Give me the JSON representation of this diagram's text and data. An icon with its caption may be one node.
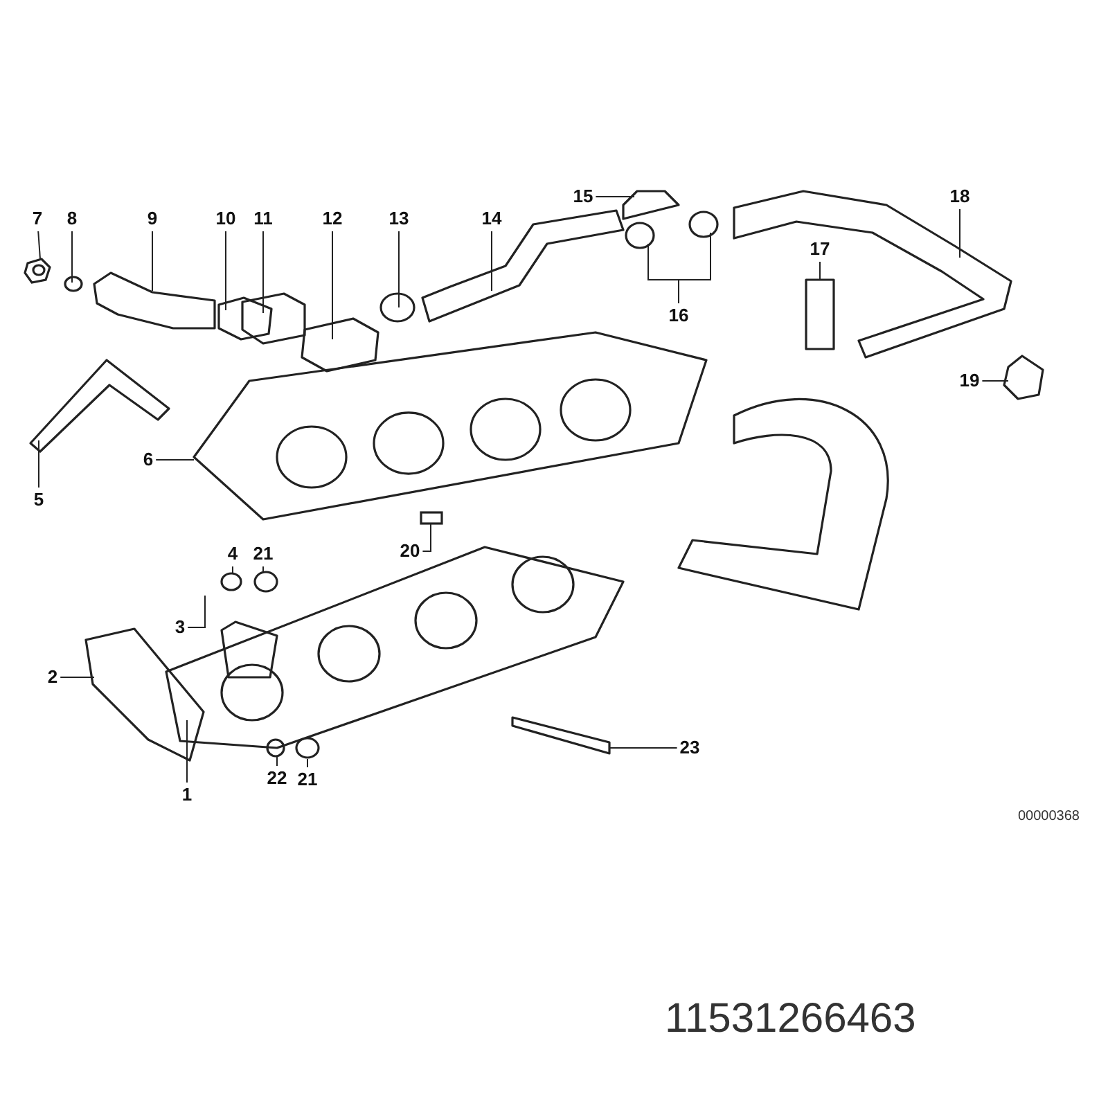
{
  "diagram": {
    "nodes": [
      {
        "text": [
          "7"
        ]
      },
      {
        "text": [
          "8"
        ]
      },
      {
        "text": [
          "9"
        ]
      },
      {
        "text": [
          "10"
        ]
      },
      {
        "text": [
          "11"
        ]
      },
      {
        "text": [
          "12"
        ]
      },
      {
        "text": [
          "13"
        ]
      },
      {
        "text": [
          "14"
        ]
      },
      {
        "text": [
          "15"
        ]
      },
      {
        "text": [
          "18"
        ]
      },
      {
        "text": [
          "17"
        ]
      },
      {
        "text": [
          "16"
        ]
      },
      {
        "text": [
          "19"
        ]
      },
      {
        "text": [
          "6"
        ]
      },
      {
        "text": [
          "5"
        ]
      },
      {
        "text": [
          "4"
        ]
      },
      {
        "text": [
          "21"
        ]
      },
      {
        "text": [
          "20"
        ]
      },
      {
        "text": [
          "3"
        ]
      },
      {
        "text": [
          "2"
        ]
      },
      {
        "text": [
          "1"
        ]
      },
      {
        "text": [
          "22"
        ]
      },
      {
        "text": [
          "21"
        ]
      },
      {
        "text": [
          "23"
        ]
      },
      {
        "text": [],
        "shape": "picture"
      },
      {
        "text": [],
        "shape": "box"
      }
    ],
    "edges": [
      {
        "from": 0,
        "to": 24,
        "arrow": "none"
      },
      {
        "from": 1,
        "to": null,
        "arrow": "none"
      },
      {
        "from": 2,
        "to": null,
        "arrow": "none"
      },
      {
        "from": 3,
        "to": null,
        "arrow": "none"
      },
      {
        "from": 4,
        "to": null,
        "arrow": "none"
      },
      {
        "from": 5,
        "to": null,
        "arrow": "none"
      },
      {
        "from": 6,
        "to": null,
        "arrow": "none"
      },
      {
        "from": 7,
        "to": null,
        "arrow": "none"
      },
      {
        "from": 8,
        "to": null,
        "arrow": "none"
      },
      {
        "from": 9,
        "to": null,
        "arrow": "none"
      },
      {
        "from": 10,
        "to": null,
        "arrow": "none"
      },
      {
        "from": 11,
        "to": null,
        "arrow": "none"
      },
      {
        "from": 11,
        "to": null,
        "arrow": "none"
      },
      {
        "from": 12,
        "to": null,
        "arrow": "none"
      },
      {
        "from": 13,
        "to": null,
        "arrow": "none"
      },
      {
        "from": 14,
        "to": null,
        "arrow": "none"
      },
      {
        "from": 15,
        "to": null,
        "arrow": "none"
      },
      {
        "from": 16,
        "to": null,
        "arrow": "none"
      },
      {
        "from": 17,
        "to": 25,
        "arrow": "none"
      },
      {
        "from": 18,
        "to": null,
        "arrow": "none"
      },
      {
        "from": 19,
        "to": null,
        "arrow": "none"
      },
      {
        "from": 20,
        "to": null,
        "arrow": "none"
      },
      {
        "from": 21,
        "to": null,
        "arrow": "none"
      },
      {
        "from": 22,
        "to": null,
        "arrow": "none"
      },
      {
        "from": 23,
        "to": null,
        "arrow": "none"
      }
    ],
    "labels": [
      "00000368",
      "11531266463"
    ]
  }
}
